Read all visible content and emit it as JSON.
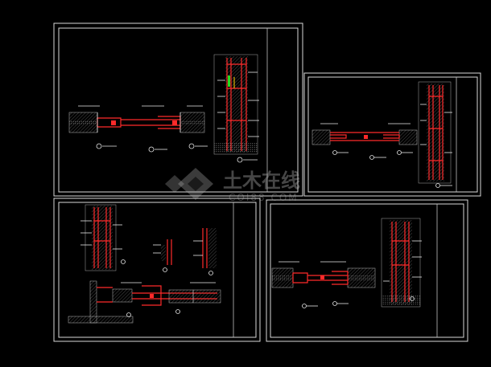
{
  "image": {
    "background": "#000000",
    "line_colors": {
      "frame": "#d8d8d8",
      "detail_red": "#ff2a2a",
      "detail_white": "#e8e8e8",
      "accent_yellow": "#ffd400",
      "accent_green": "#22dd22"
    }
  },
  "sheets": [
    {
      "id": "sheet-1",
      "views": [
        "plan-section",
        "vertical-section"
      ]
    },
    {
      "id": "sheet-2",
      "views": [
        "plan-section",
        "vertical-section"
      ]
    },
    {
      "id": "sheet-3",
      "views": [
        "vertical-section",
        "small-detail-a",
        "small-detail-b",
        "plan-section-corner"
      ]
    },
    {
      "id": "sheet-4",
      "views": [
        "plan-section",
        "vertical-section"
      ]
    }
  ],
  "watermark": {
    "title": "土木在线",
    "subtitle": "COI88.COM",
    "icon": "diamond-logo-icon"
  }
}
